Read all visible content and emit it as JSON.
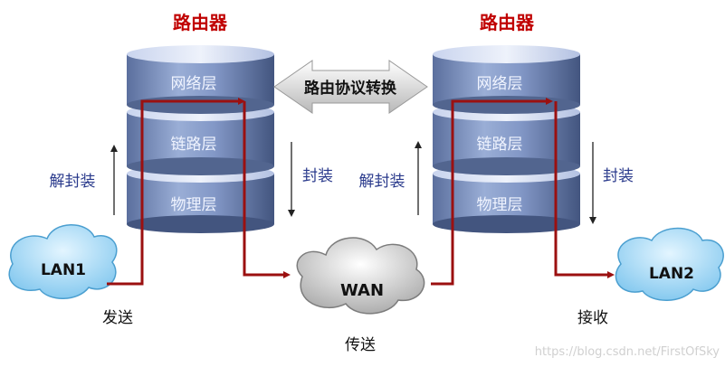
{
  "routers": [
    {
      "title": "路由器",
      "layers": [
        "网络层",
        "链路层",
        "物理层"
      ],
      "up_label": "解封装",
      "down_label": "封装"
    },
    {
      "title": "路由器",
      "layers": [
        "网络层",
        "链路层",
        "物理层"
      ],
      "up_label": "解封装",
      "down_label": "封装"
    }
  ],
  "protocol_arrow": "路由协议转换",
  "clouds": {
    "lan1": "LAN1",
    "wan": "WAN",
    "lan2": "LAN2"
  },
  "captions": {
    "send": "发送",
    "transmit": "传送",
    "receive": "接收"
  },
  "watermark": "https://blog.csdn.net/FirstOfSky",
  "colors": {
    "title": "#c00000",
    "path": "#9b1010",
    "layer_text": "#f0f4ff",
    "label": "#2a3a8c"
  }
}
